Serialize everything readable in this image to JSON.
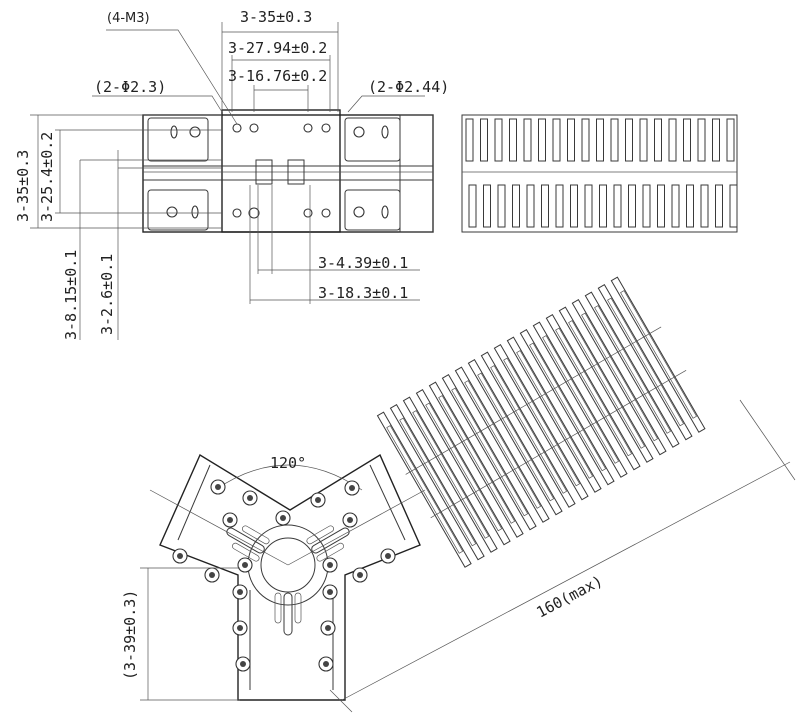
{
  "labels": {
    "thread": "(4-M3)",
    "pin_left": "(2-Φ2.3)",
    "pin_right": "(2-Φ2.44)",
    "dim_35": "3-35±0.3",
    "dim_2794": "3-27.94±0.2",
    "dim_1676": "3-16.76±0.2",
    "side_35": "3-35±0.3",
    "side_254": "3-25.4±0.2",
    "side_815": "3-8.15±0.1",
    "side_26": "3-2.6±0.1",
    "dim_439": "3-4.39±0.1",
    "dim_183": "3-18.3±0.1",
    "angle": "120°",
    "bottom_39": "(3-39±0.3)",
    "max_160": "160(max)"
  }
}
